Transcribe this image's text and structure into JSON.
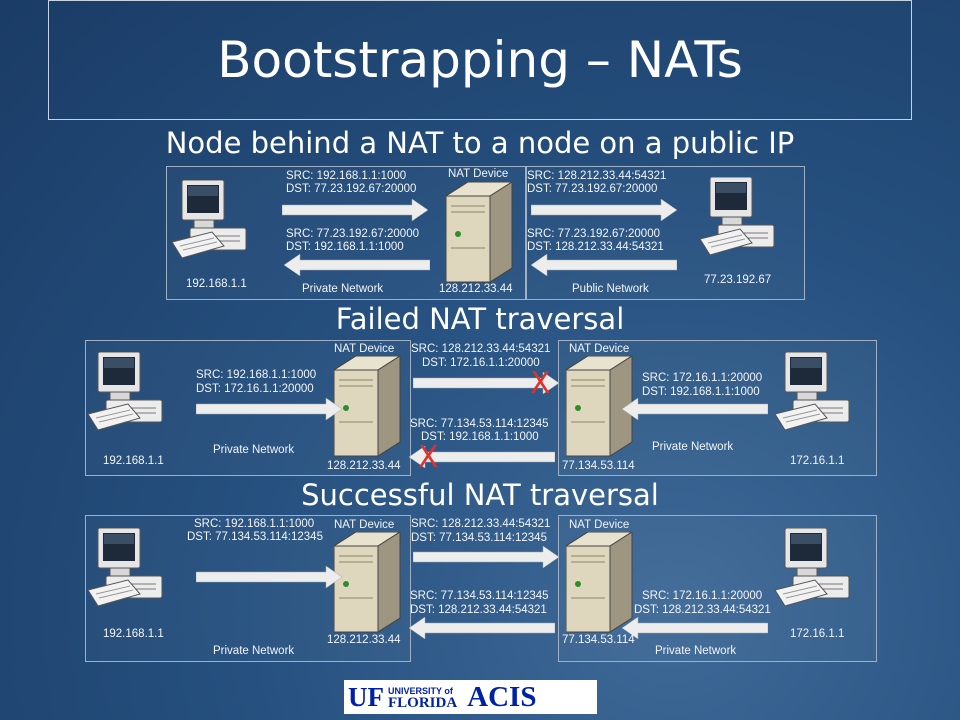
{
  "title": "Bootstrapping – NATs",
  "sections": {
    "s1": "Node behind a NAT to a node on a public IP",
    "s2": "Failed NAT traversal",
    "s3": "Successful NAT traversal"
  },
  "d1": {
    "src1": "SRC:  192.168.1.1:1000",
    "dst1": "DST: 77.23.192.67:20000",
    "src2": "SRC: 77.23.192.67:20000",
    "dst2": "DST:  192.168.1.1:1000",
    "src3": "SRC:  128.212.33.44:54321",
    "dst3": "DST: 77.23.192.67:20000",
    "src4": "SRC: 77.23.192.67:20000",
    "dst4": "DST:  128.212.33.44:54321",
    "nat": "NAT Device",
    "ip_left": "192.168.1.1",
    "ip_nat": "128.212.33.44",
    "ip_right": "77.23.192.67",
    "private": "Private Network",
    "public": "Public Network"
  },
  "d2": {
    "l_src": "SRC:  192.168.1.1:1000",
    "l_dst": "DST: 172.16.1.1:20000",
    "nat": "NAT Device",
    "m_src1": "SRC:  128.212.33.44:54321",
    "m_dst1": "DST: 172.16.1.1:20000",
    "m_src2": "SRC:  77.134.53.114:12345",
    "m_dst2": "DST: 192.168.1.1:1000",
    "r_src": "SRC:  172.16.1.1:20000",
    "r_dst": "DST: 192.168.1.1:1000",
    "ip_left": "192.168.1.1",
    "ip_nat_l": "128.212.33.44",
    "ip_nat_r": "77.134.53.114",
    "ip_right": "172.16.1.1",
    "private": "Private Network",
    "cross": "X"
  },
  "d3": {
    "l_src": "SRC:  192.168.1.1:1000",
    "l_dst": "DST: 77.134.53.114:12345",
    "nat": "NAT Device",
    "m_src1": "SRC:  128.212.33.44:54321",
    "m_dst1": "DST: 77.134.53.114:12345",
    "m_src2": "SRC:  77.134.53.114:12345",
    "m_dst2": "DST: 128.212.33.44:54321",
    "r_src": "SRC:  172.16.1.1:20000",
    "r_dst": "DST: 128.212.33.44:54321",
    "ip_left": "192.168.1.1",
    "ip_nat_l": "128.212.33.44",
    "ip_nat_r": "77.134.53.114",
    "ip_right": "172.16.1.1",
    "private": "Private Network"
  },
  "logo": {
    "uf": "UF",
    "university": "UNIVERSITY of",
    "florida": "FLORIDA",
    "acis": "ACIS"
  }
}
